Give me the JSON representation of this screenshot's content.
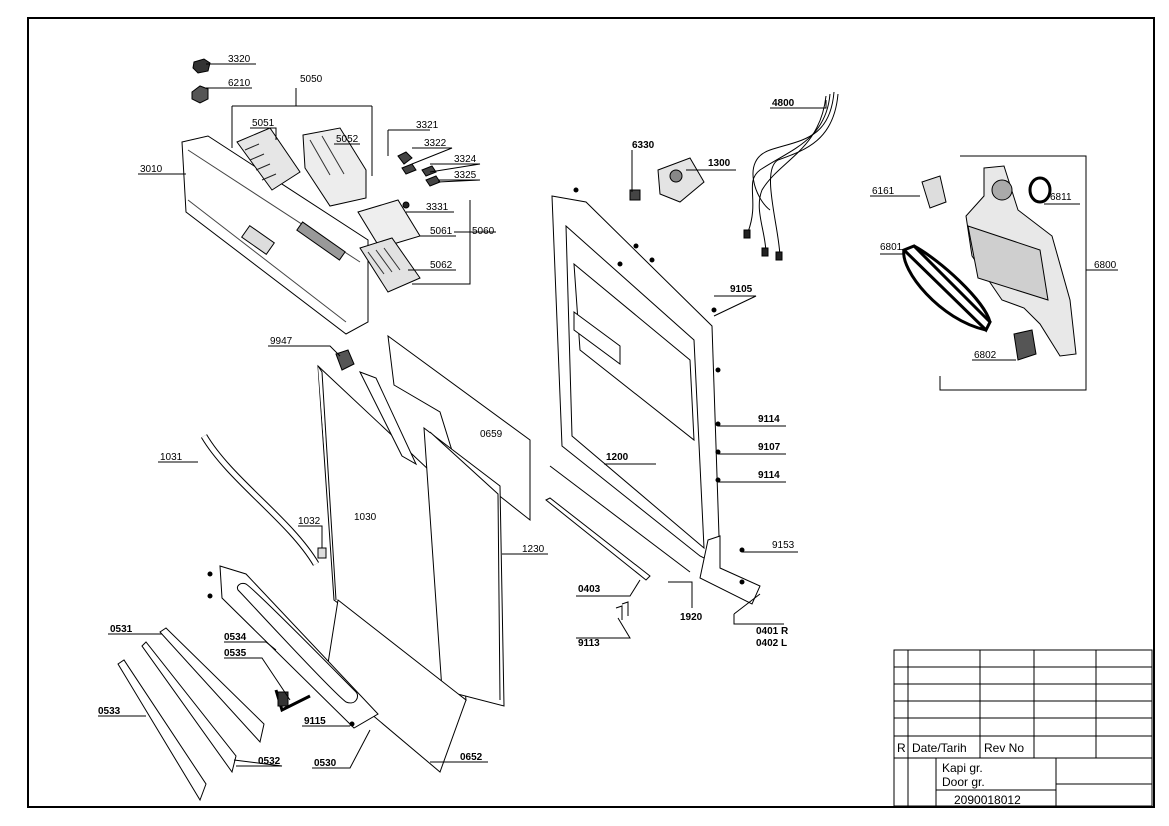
{
  "labels": {
    "l3320": "3320",
    "l6210": "6210",
    "l5050": "5050",
    "l5051": "5051",
    "l5052": "5052",
    "l3010": "3010",
    "l3321": "3321",
    "l3322": "3322",
    "l3324": "3324",
    "l3325": "3325",
    "l3331": "3331",
    "l5061": "5061",
    "l5060": "5060",
    "l5062": "5062",
    "l9947": "9947",
    "l0659": "0659",
    "l1031": "1031",
    "l1032": "1032",
    "l1030": "1030",
    "l1230": "1230",
    "l0531": "0531",
    "l0534": "0534",
    "l0535": "0535",
    "l0533": "0533",
    "l9115": "9115",
    "l0532": "0532",
    "l0530": "0530",
    "l0652": "0652",
    "l6330": "6330",
    "l1300": "1300",
    "l4800": "4800",
    "l9105": "9105",
    "l9114a": "9114",
    "l9107": "9107",
    "l9114b": "9114",
    "l1200": "1200",
    "l9153": "9153",
    "l0403": "0403",
    "l1920": "1920",
    "l9113": "9113",
    "l0401": "0401 R",
    "l0402": "0402 L",
    "l6161": "6161",
    "l6811": "6811",
    "l6801": "6801",
    "l6800": "6800",
    "l6802": "6802"
  },
  "title_block": {
    "rev_marker": "R",
    "date_header": "Date/Tarih",
    "rev_header": "Rev No",
    "title_line1": "Kapi gr.",
    "title_line2": "Door gr.",
    "drawing_number": "2090018012"
  }
}
